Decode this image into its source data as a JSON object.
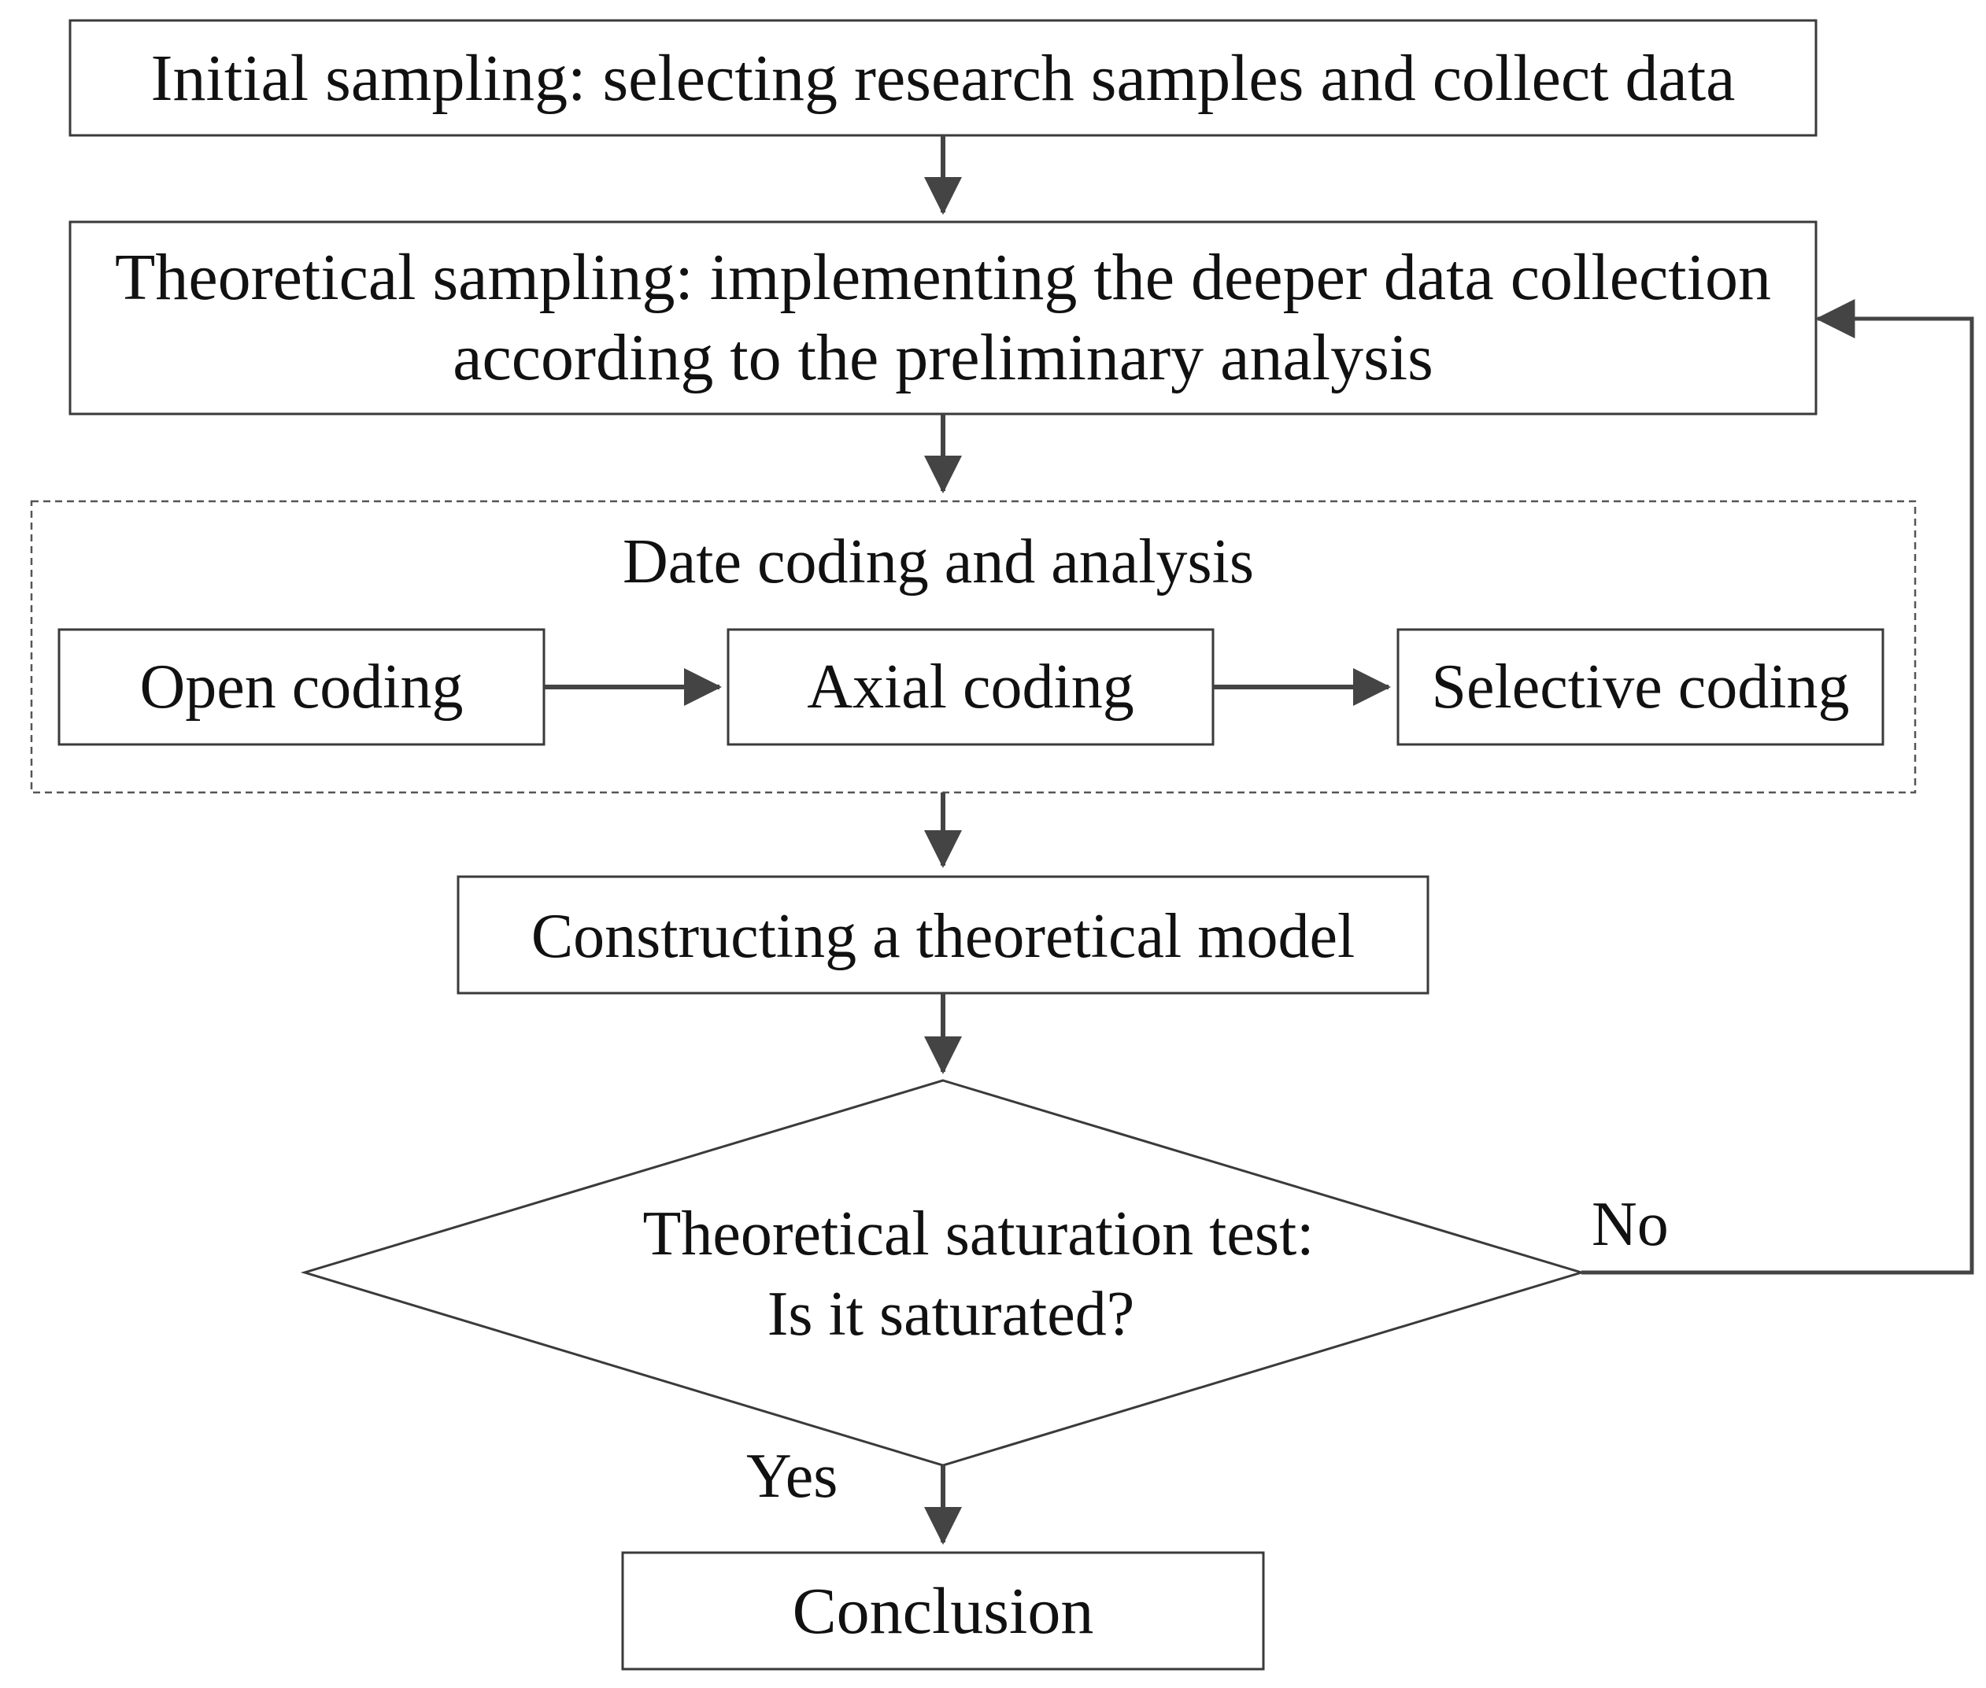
{
  "diagram": {
    "initial_sampling": "Initial sampling: selecting research samples and collect data",
    "theoretical_sampling": {
      "line1": "Theoretical sampling: implementing the deeper data collection",
      "line2": "according to the preliminary analysis"
    },
    "coding_group": {
      "title": "Date coding and analysis",
      "open_coding": "Open coding",
      "axial_coding": "Axial coding",
      "selective_coding": "Selective coding"
    },
    "constructing_model": "Constructing a theoretical model",
    "saturation_test": {
      "line1": "Theoretical saturation test:",
      "line2": "Is it saturated?"
    },
    "no_label": "No",
    "yes_label": "Yes",
    "conclusion": "Conclusion"
  }
}
